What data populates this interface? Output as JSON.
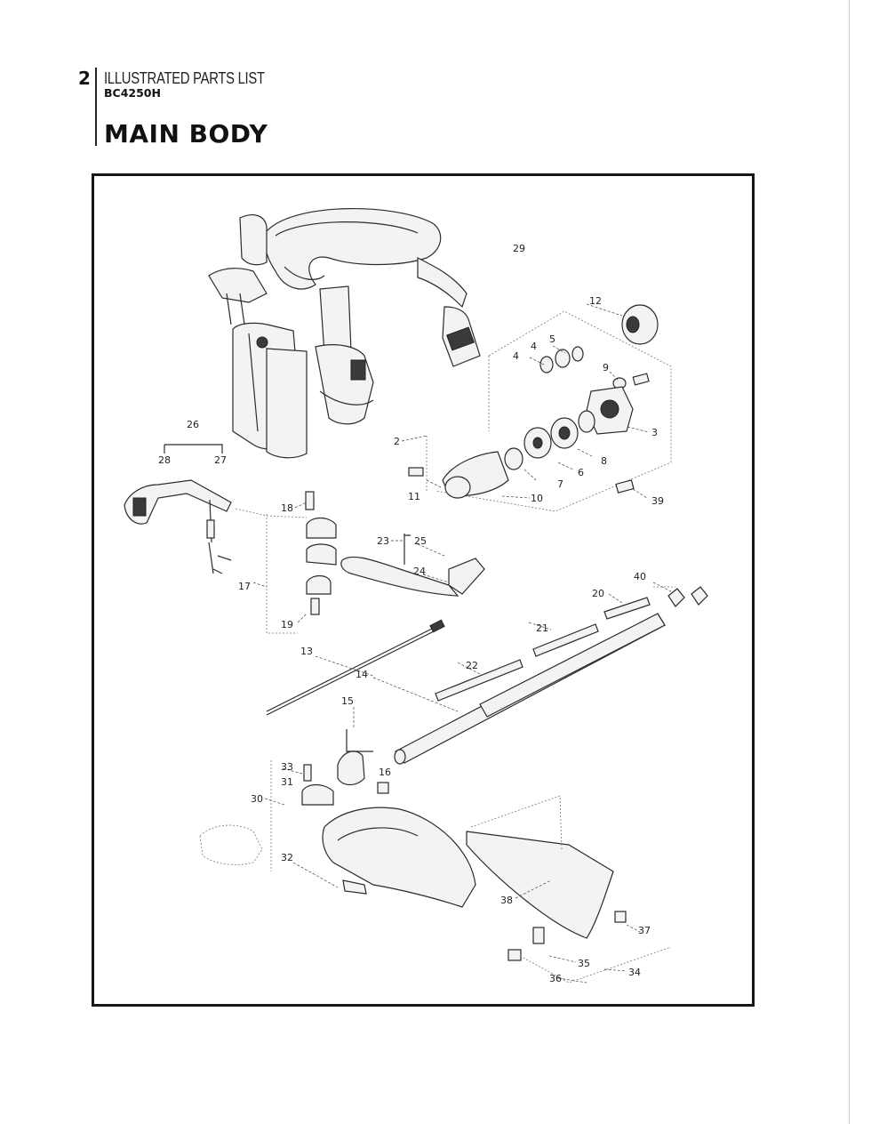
{
  "header": {
    "page_number": "2",
    "doc_title": "ILLUSTRATED PARTS LIST",
    "model": "BC4250H",
    "section_title": "MAIN BODY"
  },
  "part_labels": [
    "29",
    "12",
    "5",
    "4",
    "4",
    "9",
    "3",
    "2",
    "8",
    "6",
    "7",
    "11",
    "10",
    "39",
    "26",
    "28",
    "27",
    "18",
    "23",
    "25",
    "24",
    "17",
    "19",
    "40",
    "20",
    "21",
    "13",
    "22",
    "14",
    "15",
    "16",
    "33",
    "31",
    "30",
    "32",
    "38",
    "37",
    "35",
    "34",
    "36"
  ]
}
